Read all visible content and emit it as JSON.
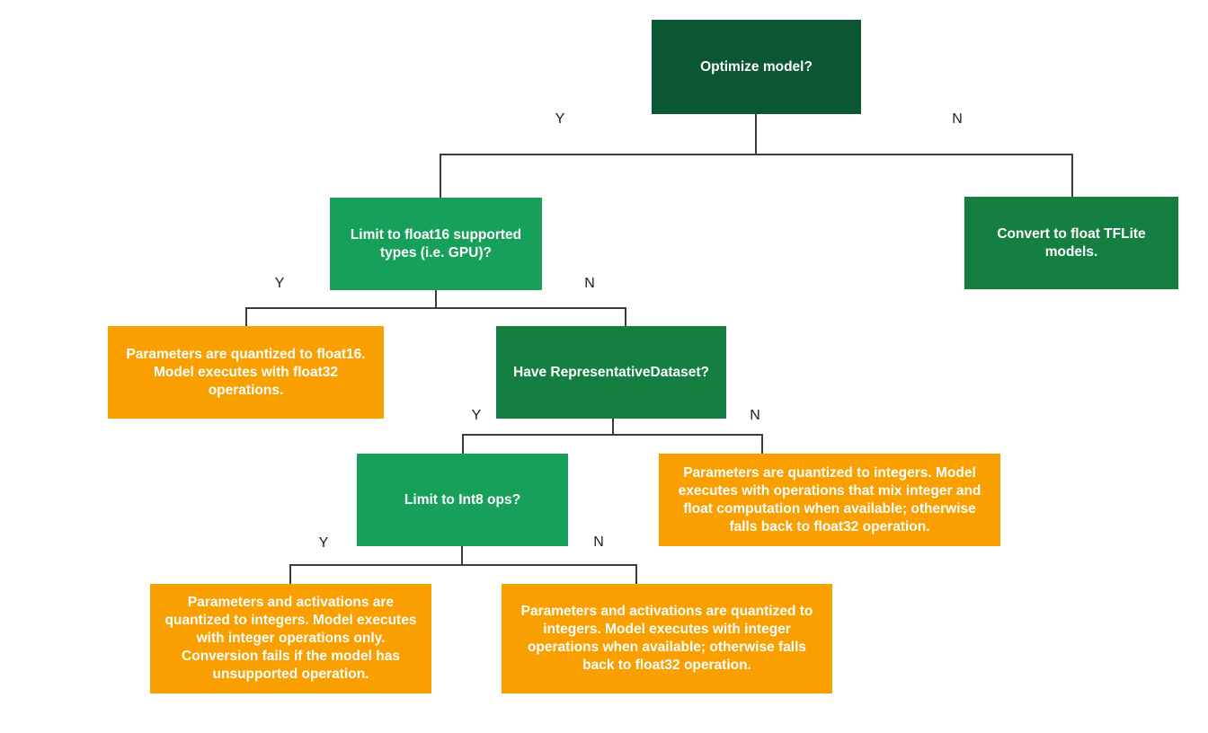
{
  "nodes": {
    "optimize": {
      "text": "Optimize model?"
    },
    "float16": {
      "text": "Limit to float16 supported types (i.e. GPU)?"
    },
    "convert_float": {
      "text": "Convert to float TFLite models."
    },
    "float16_result": {
      "text": "Parameters are quantized to float16. Model executes with float32 operations."
    },
    "rep_dataset": {
      "text": "Have RepresentativeDataset?"
    },
    "int8": {
      "text": "Limit to Int8 ops?"
    },
    "mixed_result": {
      "text": "Parameters are quantized to integers. Model executes with operations that mix integer and float computation when available; otherwise falls back to float32 operation."
    },
    "int_only_result": {
      "text": "Parameters and activations are quantized to integers. Model executes with integer operations only. Conversion fails if the model has unsupported operation."
    },
    "int_fallback_result": {
      "text": "Parameters and activations are quantized to integers. Model executes with integer operations when available; otherwise falls back to float32 operation."
    }
  },
  "branch_labels": {
    "yes": "Y",
    "no": "N"
  },
  "colors": {
    "dark_green": "#0B5633",
    "green": "#157F42",
    "light_green": "#17A05A",
    "orange": "#FA9F00",
    "line": "#3C3C3C"
  }
}
